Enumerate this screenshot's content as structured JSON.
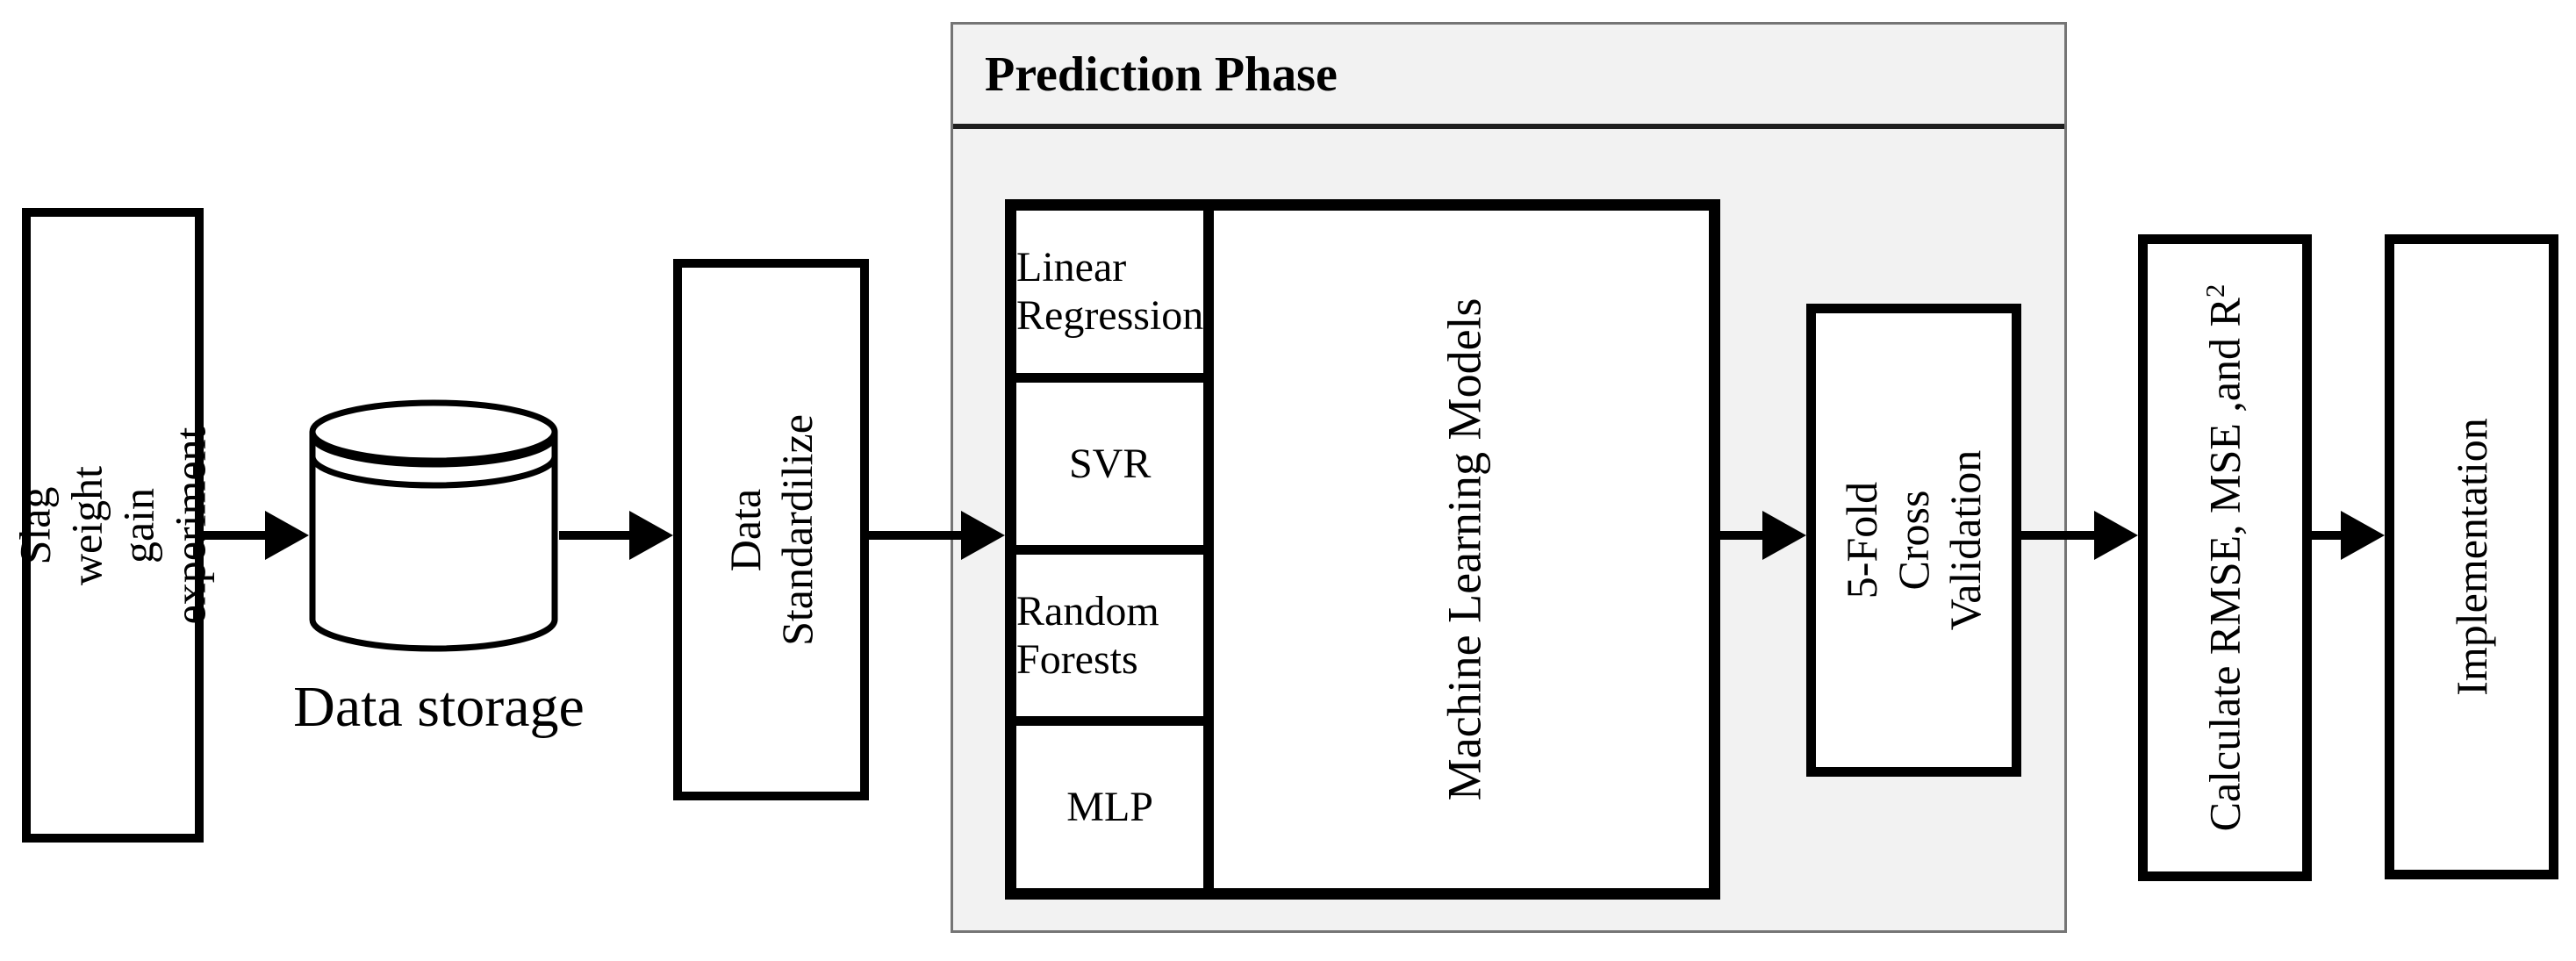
{
  "diagram": {
    "background": "#ffffff",
    "stroke_color": "#000000",
    "phase": {
      "title": "Prediction Phase",
      "fill": "#f2f2f2",
      "border_color": "#757575"
    },
    "nodes": {
      "experiment": {
        "label": "Slag weight gain\nexperiment"
      },
      "data_storage": {
        "label": "Data storage"
      },
      "standardize": {
        "label": "Data Standardilize"
      },
      "models": {
        "rows": [
          "Linear Regression",
          "SVR",
          "Random Forests",
          "MLP"
        ],
        "side_label": "Machine Learning Models"
      },
      "cross_validation": {
        "label": "5-Fold Cross\nValidation"
      },
      "metrics": {
        "label": "Calculate RMSE, MSE ,and R",
        "sup": "2"
      },
      "implementation": {
        "label": "Implementation"
      }
    }
  }
}
